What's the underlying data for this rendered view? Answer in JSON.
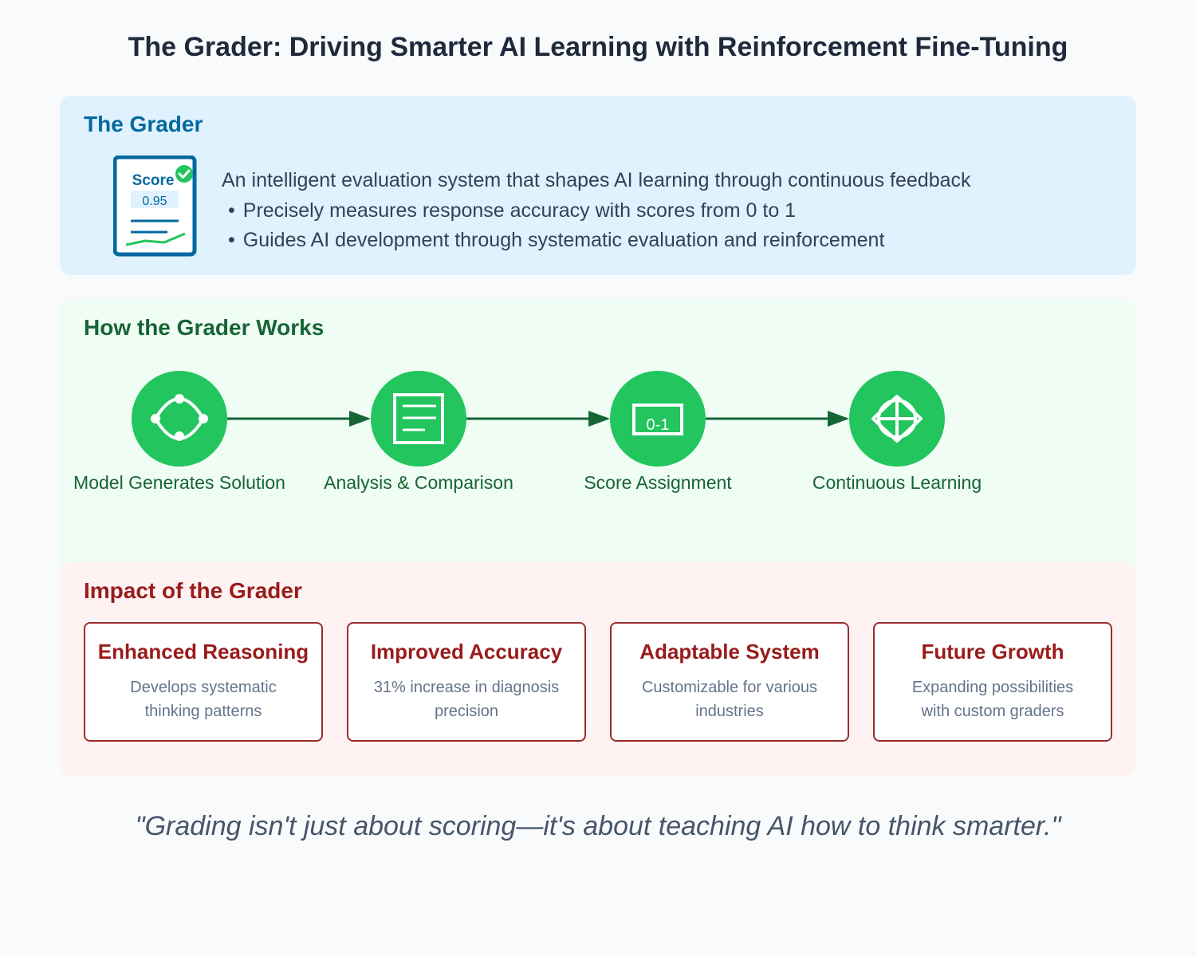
{
  "title": "The Grader: Driving Smarter AI Learning with Reinforcement Fine-Tuning",
  "grader": {
    "title": "The Grader",
    "card_label": "Score",
    "card_value": "0.95",
    "description": "An intelligent evaluation system that shapes AI learning through continuous feedback",
    "bullets": [
      "Precisely measures response accuracy with scores from 0 to 1",
      "Guides AI development through systematic evaluation and reinforcement"
    ]
  },
  "works": {
    "title": "How the Grader Works",
    "steps": [
      {
        "label": "Model Generates Solution",
        "icon": "network-icon"
      },
      {
        "label": "Analysis & Comparison",
        "icon": "document-icon"
      },
      {
        "label": "Score Assignment",
        "icon": "score-icon",
        "icon_text": "0-1"
      },
      {
        "label": "Continuous Learning",
        "icon": "target-icon"
      }
    ]
  },
  "impact": {
    "title": "Impact of the Grader",
    "cards": [
      {
        "title": "Enhanced Reasoning",
        "text": "Develops systematic thinking patterns"
      },
      {
        "title": "Improved Accuracy",
        "text": "31% increase in diagnosis precision"
      },
      {
        "title": "Adaptable System",
        "text": "Customizable for various industries"
      },
      {
        "title": "Future Growth",
        "text": "Expanding possibilities with custom graders"
      }
    ]
  },
  "quote": "\"Grading isn't just about scoring—it's about teaching AI how to think smarter.\"",
  "colors": {
    "green": "#22c55e",
    "dark_green": "#166534",
    "blue": "#0369a1",
    "red": "#991b1b"
  }
}
